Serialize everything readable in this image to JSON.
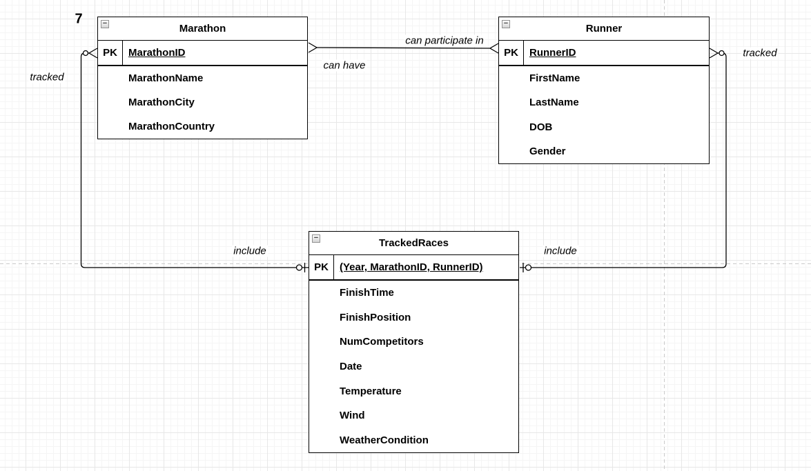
{
  "page_label": "7",
  "collapse_glyph": "−",
  "entities": {
    "marathon": {
      "title": "Marathon",
      "pk_label": "PK",
      "pk_name": "MarathonID",
      "attributes": [
        "MarathonName",
        "MarathonCity",
        "MarathonCountry"
      ]
    },
    "runner": {
      "title": "Runner",
      "pk_label": "PK",
      "pk_name": "RunnerID",
      "attributes": [
        "FirstName",
        "LastName",
        "DOB",
        "Gender"
      ]
    },
    "tracked_races": {
      "title": "TrackedRaces",
      "pk_label": "PK",
      "pk_name": "(Year, MarathonID, RunnerID)",
      "attributes": [
        "FinishTime",
        "FinishPosition",
        "NumCompetitors",
        "Date",
        "Temperature",
        "Wind",
        "WeatherCondition"
      ]
    }
  },
  "edge_labels": {
    "can_participate_in": "can participate in",
    "can_have": "can have",
    "tracked_left": "tracked",
    "tracked_right": "tracked",
    "include_left": "include",
    "include_right": "include"
  },
  "colors": {
    "stroke": "#000000",
    "entity_fill": "#ffffff",
    "grid_minor": "#f5f5f5",
    "grid_major": "#e7e7e7",
    "page_break": "#c9c9c9"
  }
}
